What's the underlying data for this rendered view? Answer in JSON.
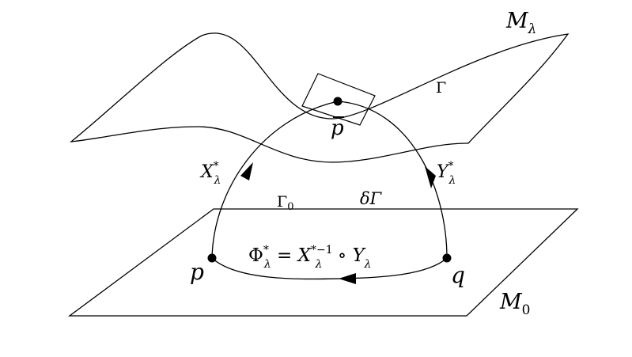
{
  "labels": {
    "manifold_top": {
      "base": "M",
      "sub": "λ"
    },
    "manifold_bottom": {
      "base": "M",
      "sub": "0"
    },
    "gamma": "Γ",
    "gamma_zero": {
      "base": "Γ",
      "sub": "0"
    },
    "delta_gamma": "δΓ",
    "point_pbar": "p",
    "point_p": "p",
    "point_q": "q",
    "arc_left": {
      "base": "X",
      "sup": "*",
      "sub": "λ"
    },
    "arc_right": {
      "base": "Y",
      "sup": "*",
      "sub": "λ"
    },
    "map_formula": {
      "lhs_base": "Φ",
      "lhs_sup": "*",
      "lhs_sub": "λ",
      "eq": " = ",
      "x_base": "X",
      "x_sup": "*−1",
      "x_sub": "λ",
      "op": " ∘ ",
      "y_base": "Y",
      "y_sub": "λ"
    }
  },
  "colors": {
    "stroke": "#000000",
    "background": "#ffffff"
  }
}
